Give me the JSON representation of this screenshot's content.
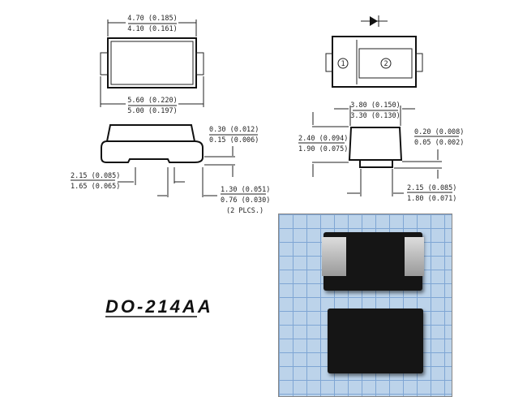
{
  "package_name": "DO-214AA",
  "top_view": {
    "width_max": "4.70 (0.185)",
    "width_min": "4.10 (0.161)",
    "length_max": "5.60 (0.220)",
    "length_min": "5.00 (0.197)"
  },
  "side_view": {
    "lead_thickness_max": "0.30 (0.012)",
    "lead_thickness_min": "0.15 (0.006)",
    "lead_len_max": "2.15 (0.085)",
    "lead_len_min": "1.65 (0.065)",
    "lead_foot_max": "1.30 (0.051)",
    "lead_foot_min": "0.76 (0.030)",
    "lead_foot_note": "(2 PLCS.)"
  },
  "end_view": {
    "width_max": "3.80 (0.150)",
    "width_min": "3.30 (0.130)",
    "height_max": "2.40 (0.094)",
    "height_min": "1.90 (0.075)",
    "standoff_max": "0.20 (0.008)",
    "standoff_min": "0.05 (0.002)",
    "lead_max": "2.15 (0.085)",
    "lead_min": "1.80 (0.071)"
  },
  "pin_labels": [
    "1",
    "2"
  ]
}
